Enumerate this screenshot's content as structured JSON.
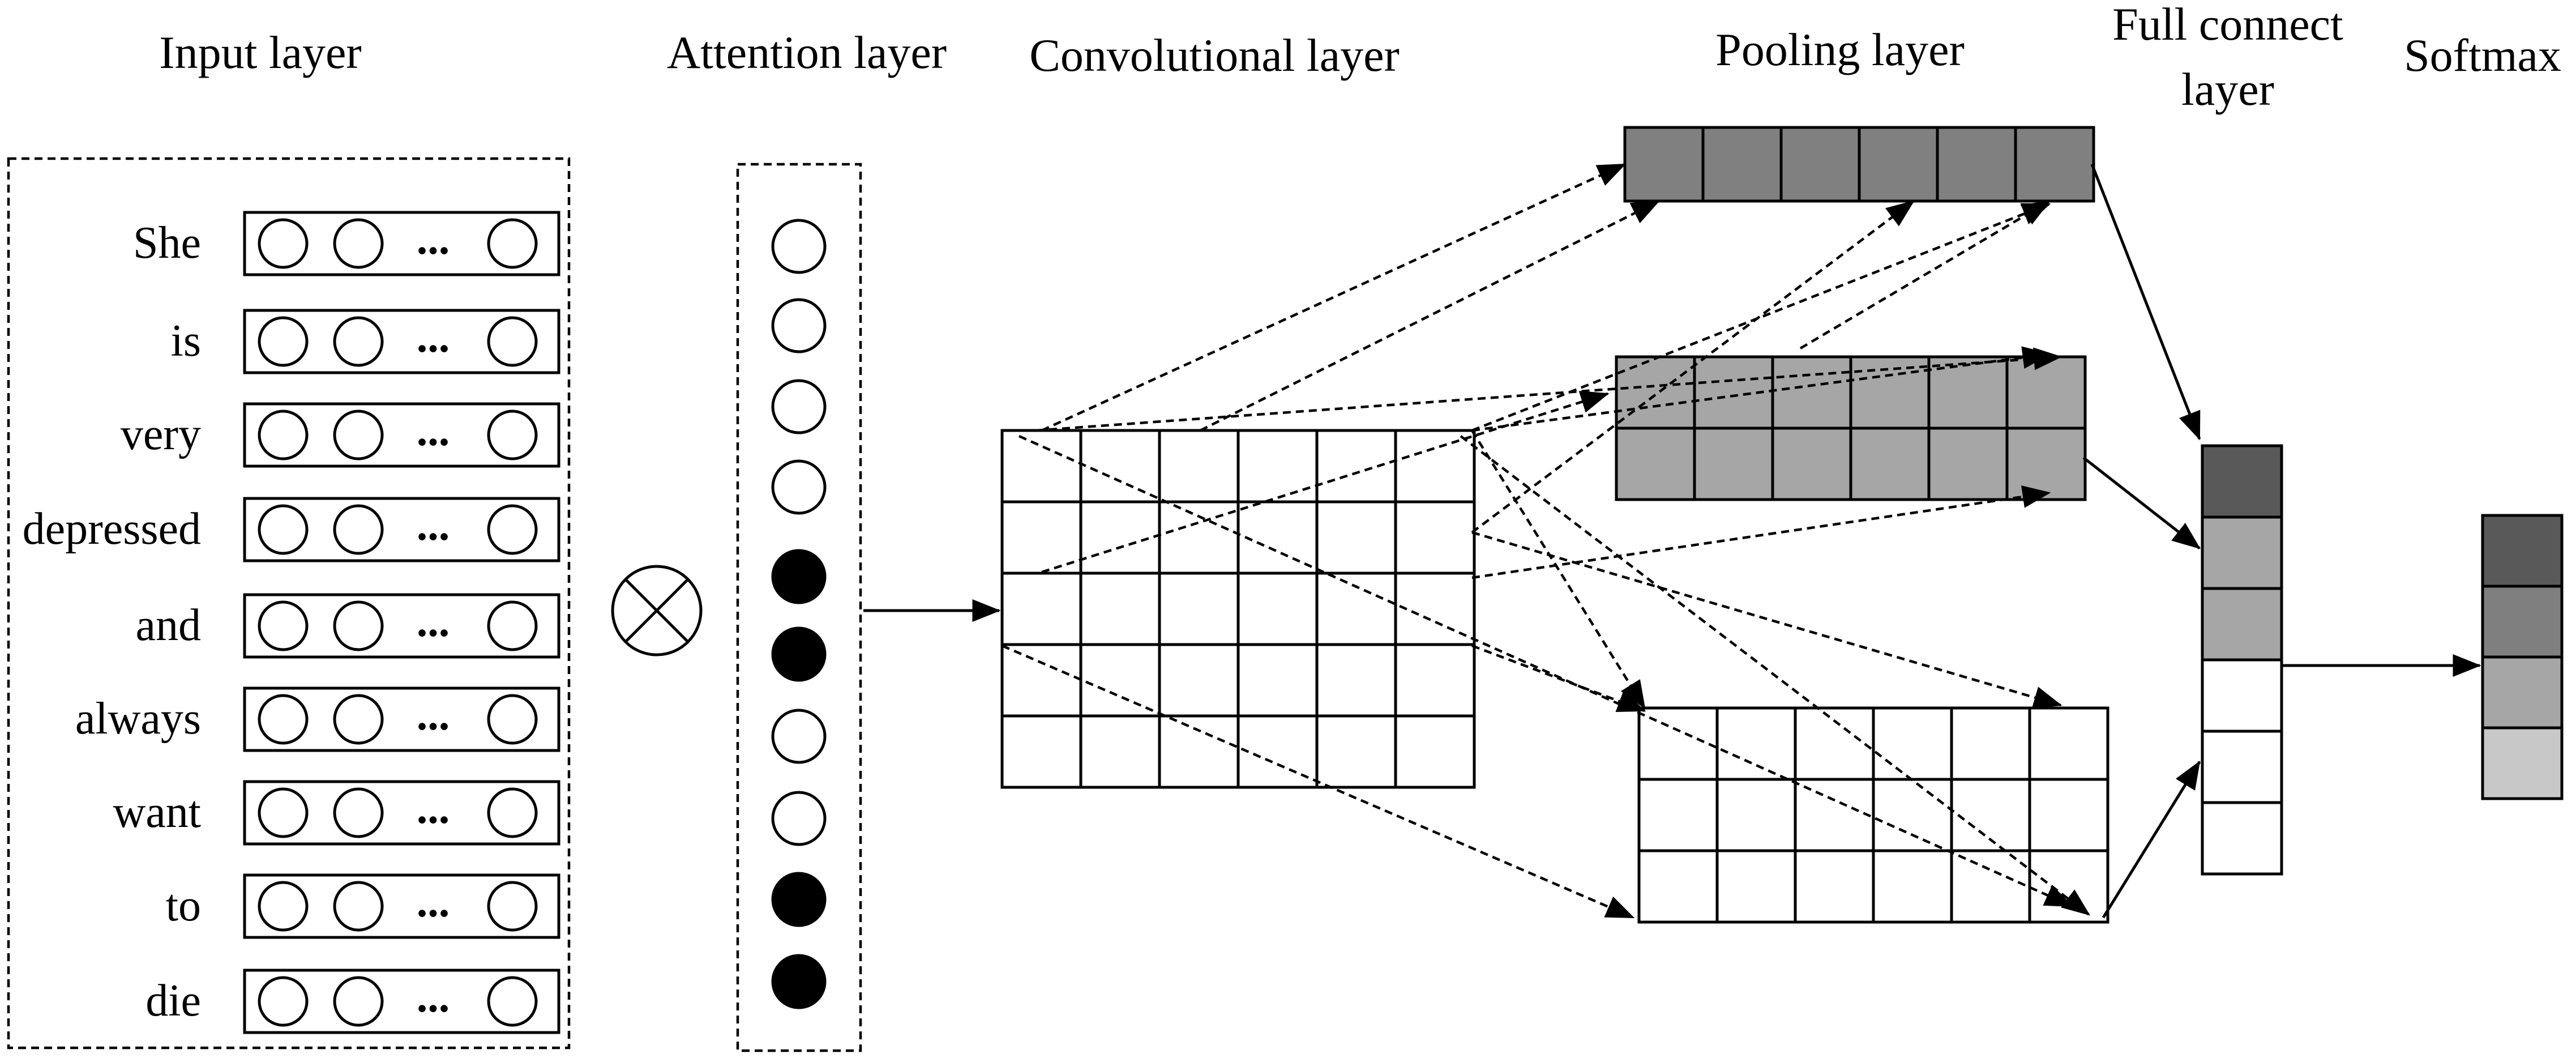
{
  "layers": {
    "input": "Input layer",
    "attention": "Attention layer",
    "convolutional": "Convolutional layer",
    "pooling": "Pooling layer",
    "full_connect_line1": "Full connect",
    "full_connect_line2": "layer",
    "softmax": "Softmax"
  },
  "words": [
    "She",
    "is",
    "very",
    "depressed",
    "and",
    "always",
    "want",
    "to",
    "die"
  ],
  "embedding_dots": "...",
  "attention_weights": [
    0,
    0,
    0,
    0,
    1,
    1,
    0,
    0,
    1,
    1
  ],
  "colors": {
    "pool_top": "#808080",
    "pool_mid": "#a6a6a6",
    "pool_bottom": "#ffffff",
    "fc_cells": [
      "#595959",
      "#a6a6a6",
      "#a6a6a6",
      "#ffffff",
      "#ffffff",
      "#ffffff"
    ],
    "softmax_cells": [
      "#595959",
      "#7f7f7f",
      "#a6a6a6",
      "#c8c8c8"
    ],
    "attention_filled": "#000000",
    "attention_empty": "#ffffff"
  }
}
